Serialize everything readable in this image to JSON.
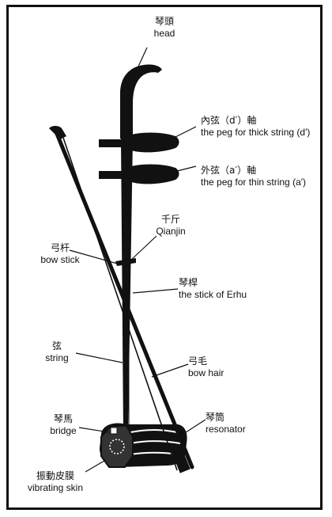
{
  "labels": {
    "head": {
      "zh": "琴頭",
      "en": "head"
    },
    "peg_d": {
      "zh": "內弦（d′）軸",
      "en": "the peg for thick string (d′)"
    },
    "peg_a": {
      "zh": "外弦（a′）軸",
      "en": "the peg for thin string (a′)"
    },
    "qianjin": {
      "zh": "千斤",
      "en": "Qianjin"
    },
    "bowstick": {
      "zh": "弓杆",
      "en": "bow stick"
    },
    "stick": {
      "zh": "琴桿",
      "en": "the stick of Erhu"
    },
    "string": {
      "zh": "弦",
      "en": "string"
    },
    "bowhair": {
      "zh": "弓毛",
      "en": "bow hair"
    },
    "bridge": {
      "zh": "琴馬",
      "en": "bridge"
    },
    "resonator": {
      "zh": "琴筒",
      "en": "resonator"
    },
    "skin": {
      "zh": "振動皮膜",
      "en": "vibrating skin"
    }
  },
  "colors": {
    "ink": "#111111",
    "paper": "#ffffff"
  }
}
